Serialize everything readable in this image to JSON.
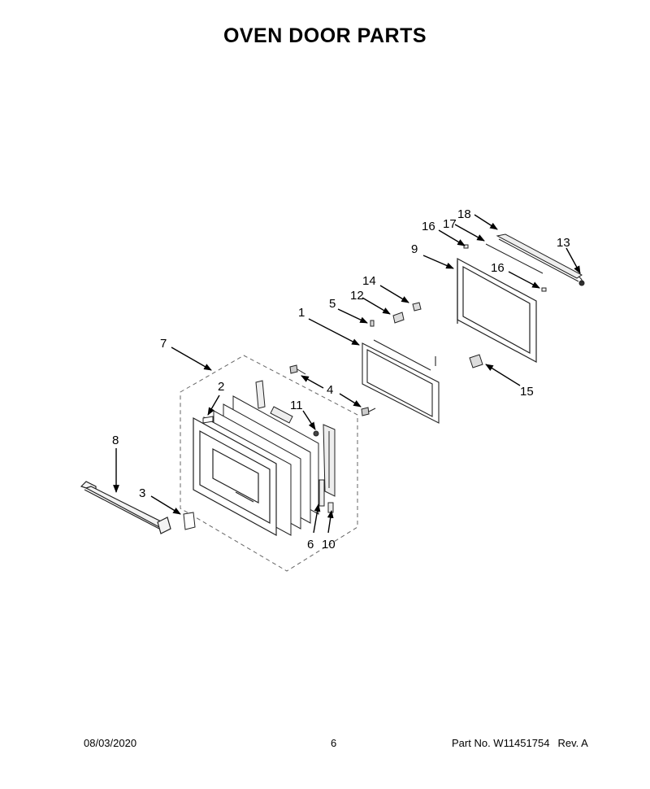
{
  "title": "OVEN DOOR PARTS",
  "callouts": {
    "c1": "1",
    "c2": "2",
    "c3": "3",
    "c4": "4",
    "c5": "5",
    "c6": "6",
    "c7": "7",
    "c8": "8",
    "c9": "9",
    "c10": "10",
    "c11": "11",
    "c12": "12",
    "c13": "13",
    "c14": "14",
    "c15": "15",
    "c16a": "16",
    "c16b": "16",
    "c17": "17",
    "c18": "18"
  },
  "footer": {
    "date": "08/03/2020",
    "page": "6",
    "part_no": "Part No.  W11451754",
    "rev": "Rev.  A"
  }
}
